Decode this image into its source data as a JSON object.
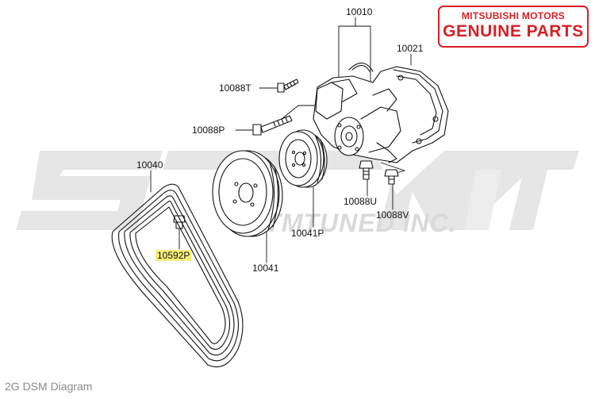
{
  "badge": {
    "line1": "MITSUBISHI MOTORS",
    "line2": "GENUINE PARTS",
    "color": "#d81f26"
  },
  "watermark": {
    "text": "STMTUNED INC.",
    "color": "#e4e4e4"
  },
  "parts": {
    "p10010": "10010",
    "p10021": "10021",
    "p10088T": "10088T",
    "p10088P": "10088P",
    "p10040": "10040",
    "p10041": "10041",
    "p10041P": "10041P",
    "p10088U": "10088U",
    "p10088V": "10088V",
    "p10592P": "10592P"
  },
  "highlight_color": "#f7ee7a",
  "caption": "2G DSM Diagram"
}
